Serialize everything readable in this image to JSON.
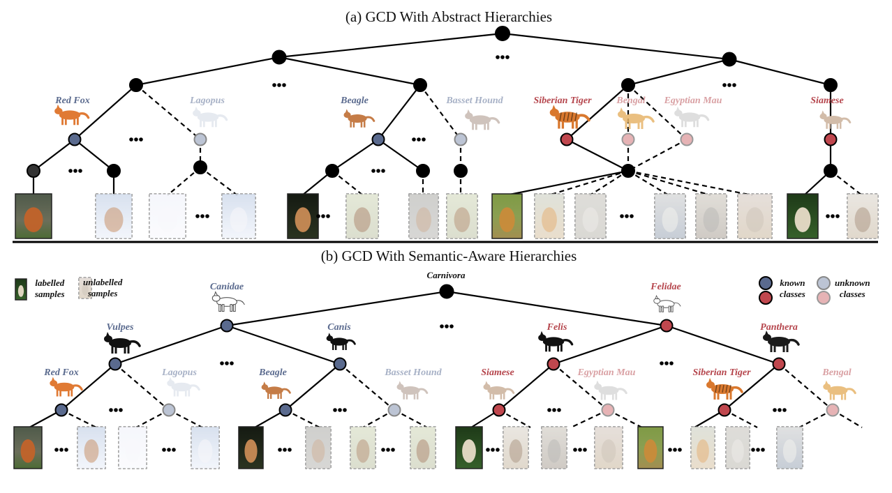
{
  "panel_a": {
    "title": "(a) GCD With Abstract Hierarchies",
    "class_labels": {
      "red_fox": "Red Fox",
      "lagopus": "Lagopus",
      "beagle": "Beagle",
      "basset_hound": "Basset Hound",
      "siberian_tiger": "Siberian Tiger",
      "bengal": "Bengal",
      "egyptian_mau": "Egyptian Mau",
      "siamese": "Siamese"
    }
  },
  "panel_b": {
    "title": "(b) GCD With Semantic-Aware Hierarchies",
    "root_label": "Carnivora",
    "family_labels": {
      "canidae": "Canidae",
      "felidae": "Felidae"
    },
    "genus_labels": {
      "vulpes": "Vulpes",
      "canis": "Canis",
      "felis": "Felis",
      "panthera": "Panthera"
    },
    "class_labels": {
      "red_fox": "Red Fox",
      "lagopus": "Lagopus",
      "beagle": "Beagle",
      "basset_hound": "Basset Hound",
      "siamese": "Siamese",
      "egyptian_mau": "Egyptian Mau",
      "siberian_tiger": "Siberian Tiger",
      "bengal": "Bengal"
    }
  },
  "legend": {
    "labelled": "labelled samples",
    "labelled_line1": "labelled",
    "labelled_line2": "samples",
    "unlabelled_line1": "unlabelled",
    "unlabelled_line2": "samples",
    "known_line1": "known",
    "known_line2": "classes",
    "unknown_line1": "unknown",
    "unknown_line2": "classes"
  },
  "colors": {
    "known_blue": "#5a6a8e",
    "unknown_blue": "#bcc4d4",
    "known_red": "#c0474e",
    "unknown_red": "#e6b3b5",
    "node_black": "#000000",
    "edge": "#000000"
  },
  "ellipsis": "•••"
}
